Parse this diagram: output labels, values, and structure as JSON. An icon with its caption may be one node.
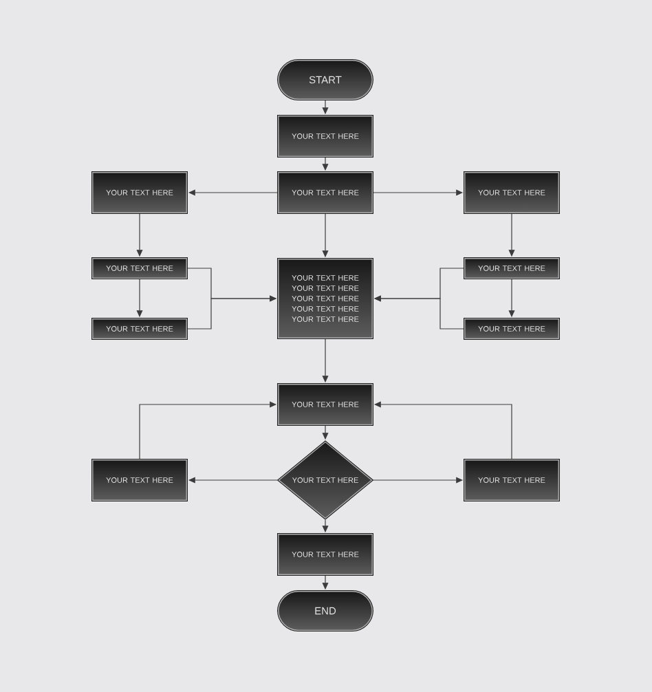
{
  "diagram": {
    "nodes": [
      {
        "text": [
          "START"
        ]
      },
      {
        "text": [
          "YOUR TEXT HERE"
        ]
      },
      {
        "text": [
          "YOUR TEXT HERE"
        ]
      },
      {
        "text": [
          "YOUR TEXT HERE"
        ]
      },
      {
        "text": [
          "YOUR TEXT HERE"
        ]
      },
      {
        "text": [
          "YOUR TEXT HERE"
        ]
      },
      {
        "text": [
          "YOUR TEXT HERE YOUR TEXT HERE YOUR TEXT HERE YOUR TEXT HERE YOUR TEXT HERE"
        ]
      },
      {
        "text": [
          "YOUR TEXT HERE"
        ]
      },
      {
        "text": [
          "YOUR TEXT HERE"
        ]
      },
      {
        "text": [
          "YOUR TEXT HERE"
        ]
      },
      {
        "text": [
          "YOUR TEXT HERE"
        ]
      },
      {
        "text": [
          "YOUR TEXT HERE"
        ]
      },
      {
        "text": [
          "YOUR TEXT HERE"
        ]
      },
      {
        "text": [
          "YOUR TEXT HERE"
        ]
      },
      {
        "text": [
          "YOUR TEXT HERE"
        ]
      },
      {
        "text": [
          "END"
        ]
      }
    ],
    "edges": [
      {
        "from": 0,
        "to": 1,
        "arrow": "to"
      },
      {
        "from": 1,
        "to": 3,
        "arrow": "to"
      },
      {
        "from": 3,
        "to": 2,
        "arrow": "to"
      },
      {
        "from": 3,
        "to": 4,
        "arrow": "to"
      },
      {
        "from": 3,
        "to": 6,
        "arrow": "to"
      },
      {
        "from": 2,
        "to": 5,
        "arrow": "to"
      },
      {
        "from": 5,
        "to": 8,
        "arrow": "to"
      },
      {
        "from": 5,
        "to": 6,
        "arrow": "to"
      },
      {
        "from": 8,
        "to": 6,
        "arrow": "to"
      },
      {
        "from": 4,
        "to": 7,
        "arrow": "to"
      },
      {
        "from": 7,
        "to": 9,
        "arrow": "to"
      },
      {
        "from": 7,
        "to": 6,
        "arrow": "to"
      },
      {
        "from": 9,
        "to": 6,
        "arrow": "to"
      },
      {
        "from": 6,
        "to": 10,
        "arrow": "to"
      },
      {
        "from": 10,
        "to": 12,
        "arrow": "to"
      },
      {
        "from": 12,
        "to": 11,
        "arrow": "to"
      },
      {
        "from": 12,
        "to": 13,
        "arrow": "to"
      },
      {
        "from": 11,
        "to": 10,
        "arrow": "to"
      },
      {
        "from": 13,
        "to": 10,
        "arrow": "to"
      },
      {
        "from": 12,
        "to": 14,
        "arrow": "to"
      },
      {
        "from": 14,
        "to": 15,
        "arrow": "to"
      }
    ]
  }
}
